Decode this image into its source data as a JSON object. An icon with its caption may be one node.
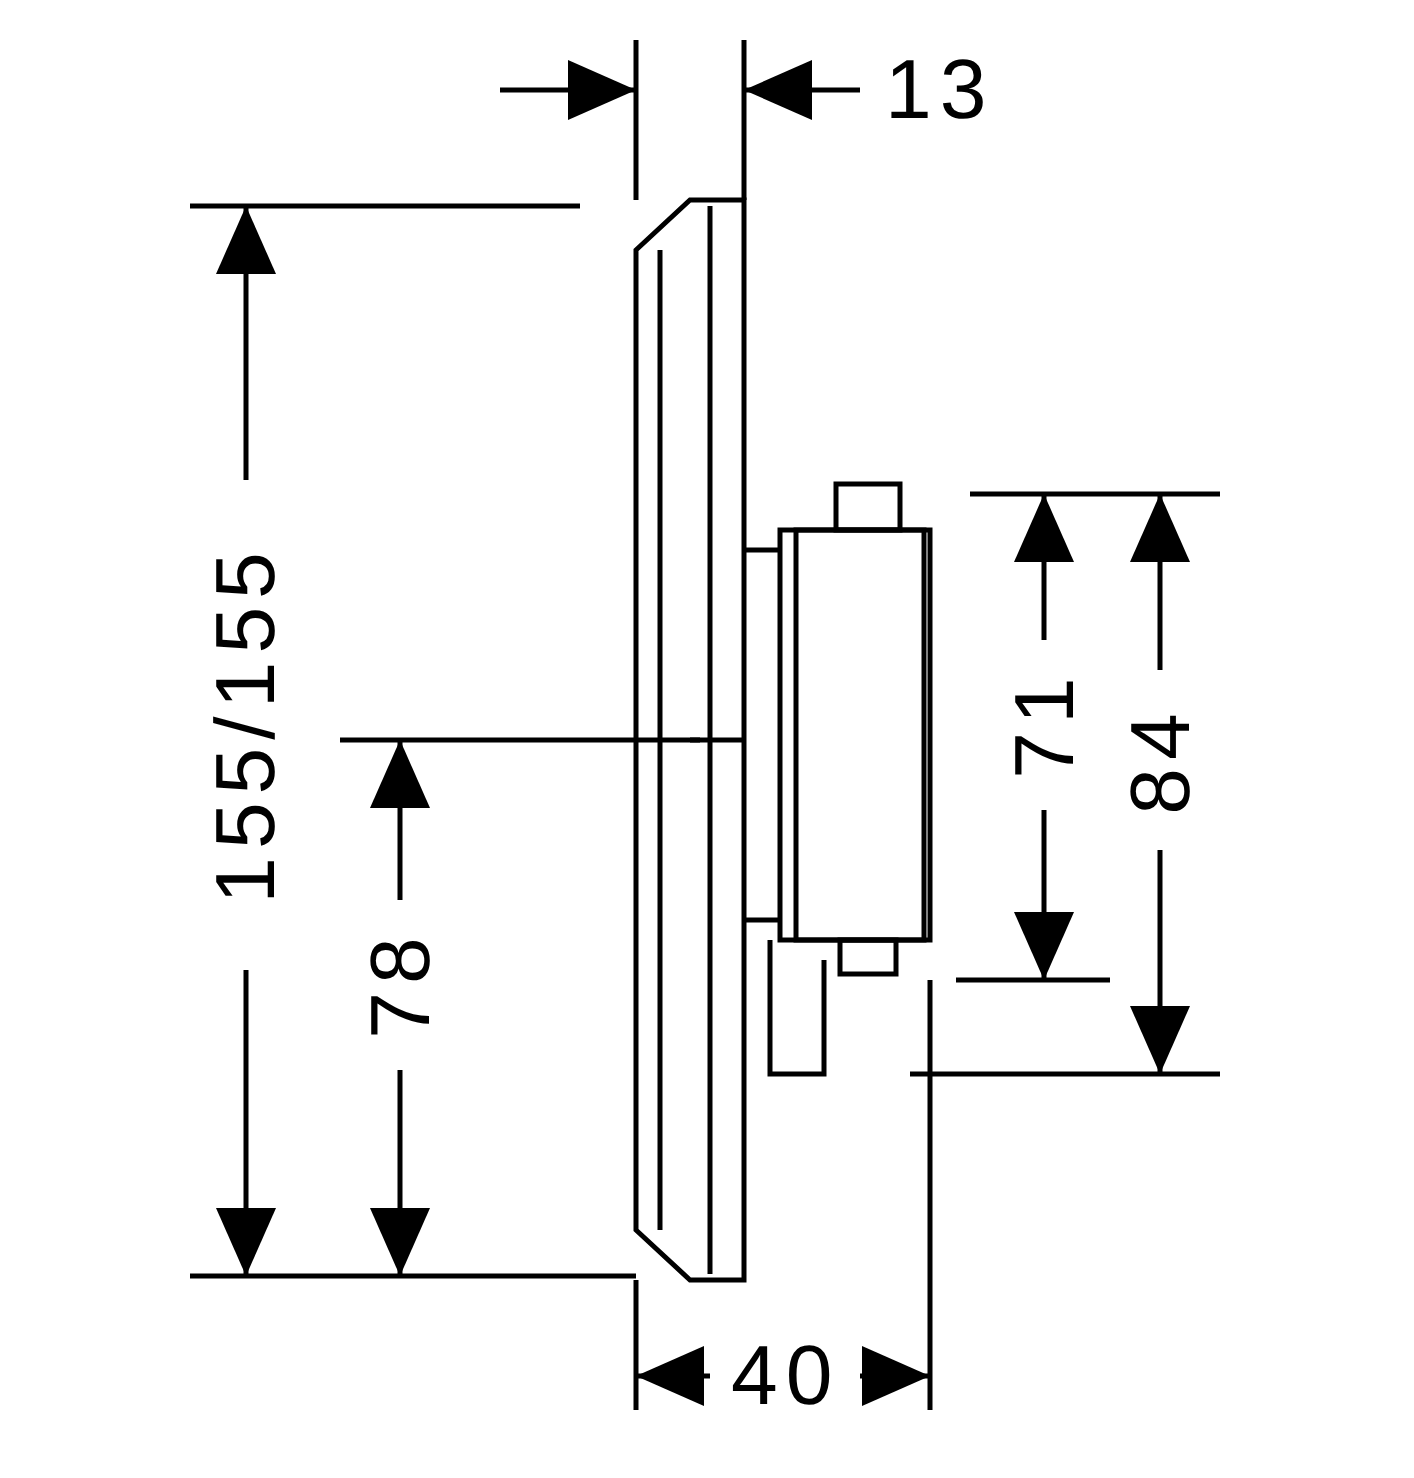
{
  "diagram": {
    "labels": [
      "13",
      "155/155",
      "78",
      "71",
      "84",
      "40"
    ]
  }
}
